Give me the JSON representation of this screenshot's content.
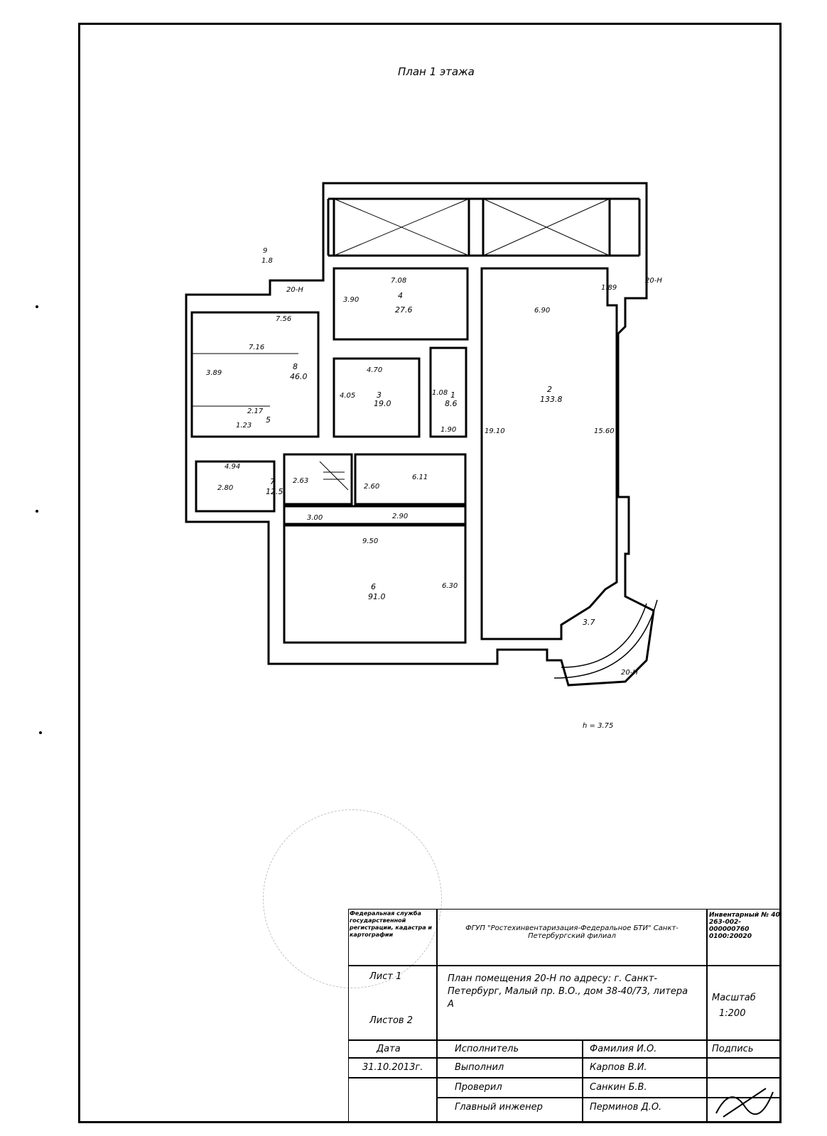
{
  "plan_title": "План 1 этажа",
  "height_note": "h = 3.75",
  "entrance_labels": [
    "20-Н",
    "20-Н",
    "20-Н"
  ],
  "mark_9": {
    "num": "9",
    "area": "1.8"
  },
  "dimensions": {
    "d756": "7.56",
    "d716": "7.16",
    "d389": "3.89",
    "d217": "2.17",
    "d123": "1.23",
    "d708": "7.08",
    "d390": "3.90",
    "d470": "4.70",
    "d405": "4.05",
    "d190": "1.90",
    "d108": "1.08",
    "d690": "6.90",
    "d189": "1.89",
    "d1560": "15.60",
    "d1910": "19.10",
    "d494": "4.94",
    "d280": "2.80",
    "d263": "2.63",
    "d260": "2.60",
    "d300": "3.00",
    "d290": "2.90",
    "d950": "9.50",
    "d630": "6.30",
    "d61": "6.11"
  },
  "rooms": [
    {
      "num": "8",
      "area": "46.0"
    },
    {
      "num": "5",
      "area": ""
    },
    {
      "num": "4",
      "area": "27.6"
    },
    {
      "num": "3",
      "area": "19.0"
    },
    {
      "num": "1",
      "area": "8.6"
    },
    {
      "num": "2",
      "area": "133.8"
    },
    {
      "num": "7",
      "area": "12.5"
    },
    {
      "num": "6",
      "area": "91.0"
    },
    {
      "num": "3.7",
      "area": ""
    }
  ],
  "title_block": {
    "org_left": "Федеральная служба государственной регистрации, кадастра и картографии",
    "org_main": "ФГУП \"Ростехинвентаризация-Федеральное БТИ\" Санкт-Петербургский филиал",
    "inventory": "Инвентарный № 40 263-002-000000760 0100:20020",
    "sheet": "Лист 1",
    "sheets": "Листов 2",
    "description": "План помещения 20-Н по адресу: г. Санкт-Петербург, Малый пр. В.О., дом 38-40/73, литера А",
    "scale_label": "Масштаб",
    "scale_value": "1:200",
    "col_date": "Дата",
    "col_role": "Исполнитель",
    "col_name": "Фамилия И.О.",
    "col_sign": "Подпись",
    "date_value": "31.10.2013г.",
    "role1": "Выполнил",
    "name1": "Карпов В.И.",
    "role2": "Проверил",
    "name2": "Санкин Б.В.",
    "role3": "Главный инженер",
    "name3": "Перминов Д.О."
  }
}
